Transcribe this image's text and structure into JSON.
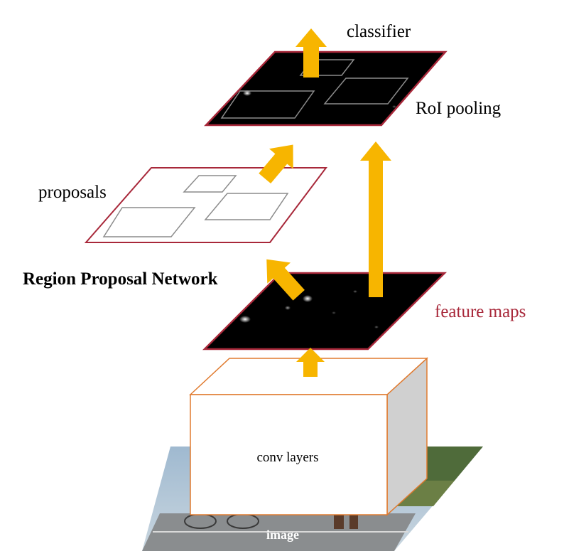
{
  "labels": {
    "classifier": "classifier",
    "roi_pooling": "RoI pooling",
    "proposals": "proposals",
    "rpn": "Region Proposal Network",
    "feature_maps": "feature maps",
    "conv_layers": "conv layers",
    "image": "image"
  },
  "colors": {
    "plane_border": "#a8283a",
    "feature_label": "#a8283a",
    "arrow_fill": "#f7b500",
    "box_border": "#e07a2e",
    "box_side": "#d0d0d0",
    "proposal_box": "#8c8c8c"
  }
}
